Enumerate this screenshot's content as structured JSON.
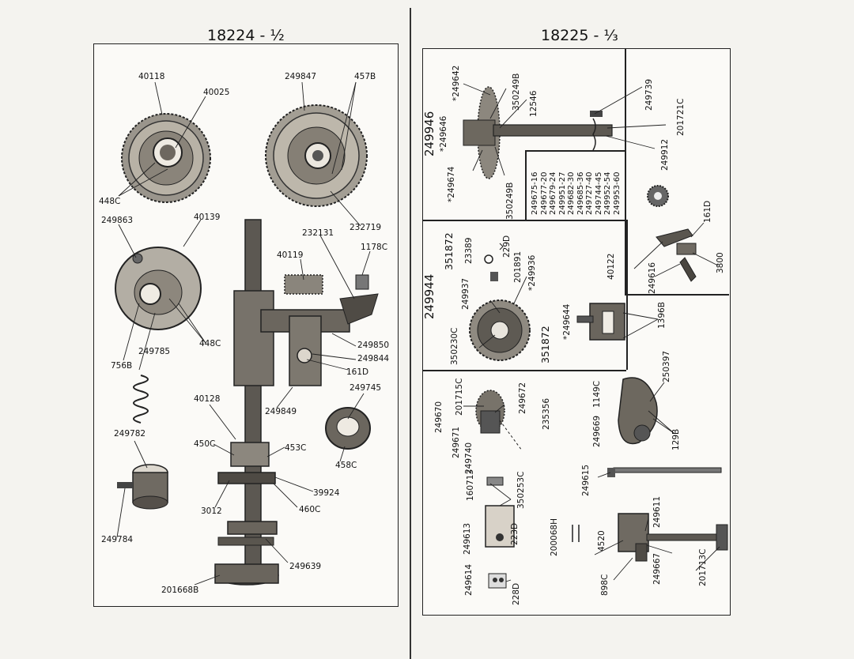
{
  "left": {
    "title": "18224 - ½",
    "labels": {
      "l40118": "40118",
      "l40025": "40025",
      "l249847": "249847",
      "l457b": "457B",
      "l448c_a": "448C",
      "l249863": "249863",
      "l40139": "40139",
      "l232719": "232719",
      "l232131": "232131",
      "l1178c": "1178C",
      "l40119": "40119",
      "l448c_b": "448C",
      "l249785": "249785",
      "l756b": "756B",
      "l249850": "249850",
      "l249844": "249844",
      "l161d": "161D",
      "l249745": "249745",
      "l40128": "40128",
      "l249849": "249849",
      "l249782": "249782",
      "l450c": "450C",
      "l453c": "453C",
      "l458c": "458C",
      "l39924": "39924",
      "l3012": "3012",
      "l460c": "460C",
      "l249784": "249784",
      "l249639": "249639",
      "l201668b": "201668B"
    }
  },
  "right": {
    "title": "18225 - ⅓",
    "labels": {
      "r249946": "249946",
      "r249646": "*249646",
      "r249642": "*249642",
      "r350249b_a": "350249B",
      "r12546": "12546",
      "r249739": "249739",
      "r201721c": "201721C",
      "r249912": "249912",
      "r249674": "*249674",
      "r350249b_b": "350249B",
      "r161d": "161D",
      "r3800": "3800",
      "r40122": "40122",
      "r249616": "249616",
      "r1396b": "1396B",
      "r249944": "249944",
      "r351872_a": "351872",
      "r23389": "23389",
      "r229d": "229D",
      "r201891": "201891",
      "r249936": "*249936",
      "r249937": "249937",
      "r350230c": "350230C",
      "r351872_b": "351872",
      "r249644": "*249644",
      "r249670": "249670",
      "r201715c": "201715C",
      "r249671": "249671",
      "r249672": "249672",
      "r235356": "235356",
      "r249669": "249669",
      "r1149c": "1149C",
      "r250397": "250397",
      "r129b": "129B",
      "r160713": "160713",
      "r249740": "249740",
      "r350253c": "350253C",
      "r249613": "249613",
      "r223d": "223D",
      "r200068h": "200068H",
      "r249615": "249615",
      "r249611": "249611",
      "r4520": "4520",
      "r249614": "249614",
      "r228d": "228D",
      "r898c": "898C",
      "r249667": "249667",
      "r201713c": "201713C"
    },
    "list": [
      "249675-16",
      "249677-20",
      "249679-24",
      "249951-27",
      "249682-30",
      "249685-36",
      "249727-40",
      "249744-45",
      "249952-54",
      "249953-60"
    ]
  }
}
